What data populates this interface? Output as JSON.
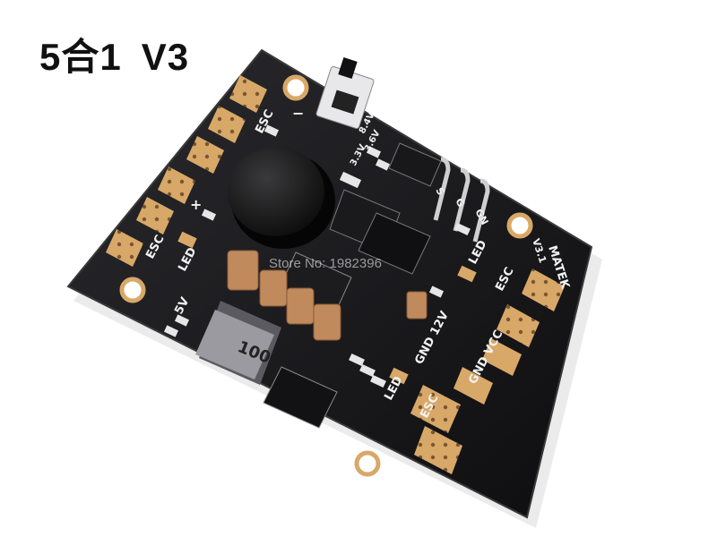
{
  "title": {
    "main": "5合1",
    "version": "V3"
  },
  "watermark": "Store No: 1982396",
  "board": {
    "brand": "MATEK",
    "revision": "V3.1",
    "inductor_code": "100",
    "labels": {
      "esc_top": "ESC",
      "esc_left": "ESC",
      "esc_right": "ESC",
      "esc_bottom": "ESC",
      "led_left": "LED",
      "led_right": "LED",
      "led_bottom": "LED",
      "gnd_12v": "GND 12V",
      "gnd_vcc": "GND VCC",
      "v5": "5V",
      "v3_3": "3.3V",
      "v3_6": "3.6V",
      "v8_4": "8.4V",
      "gnd_pin": "GN",
      "pin_g": "G",
      "pin_s": "S",
      "plus": "+",
      "minus": "−"
    }
  },
  "colors": {
    "pcb": "#141416",
    "pad": "#d8a868",
    "silk": "#f2f2f2",
    "cap": "#c08a5c",
    "inductor": "#9a9aa0"
  }
}
